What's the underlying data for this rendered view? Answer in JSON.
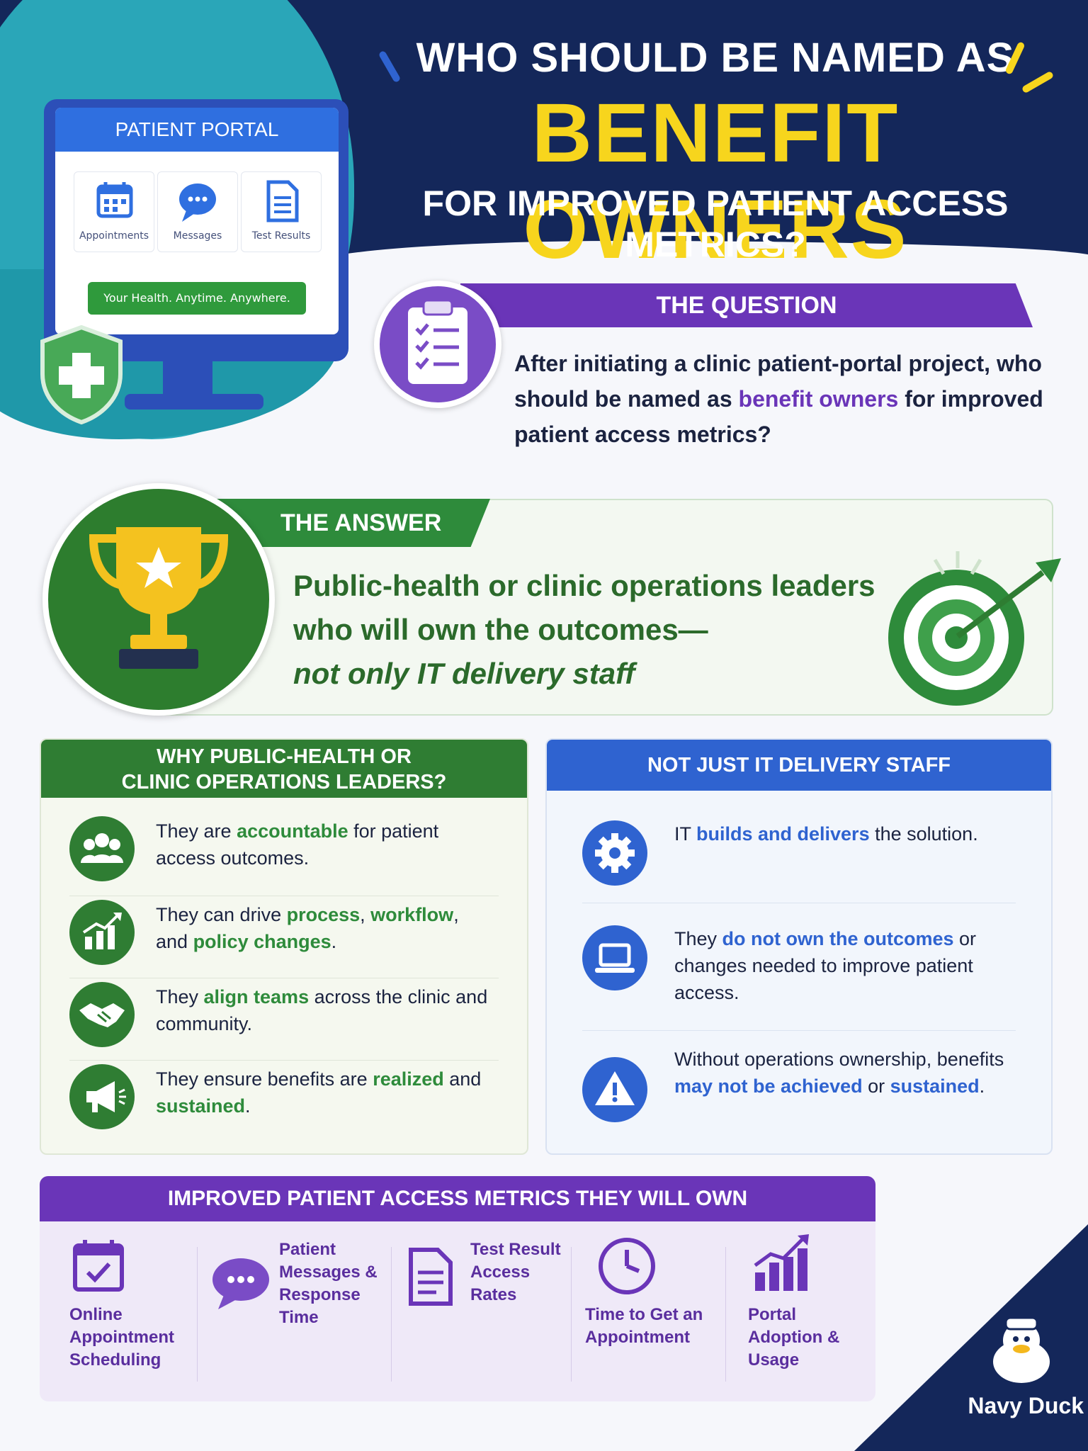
{
  "header": {
    "line1": "WHO SHOULD BE NAMED AS",
    "line2": "BENEFIT OWNERS",
    "line3": "FOR IMPROVED PATIENT ACCESS METRICS?"
  },
  "portal": {
    "title": "PATIENT PORTAL",
    "tiles": [
      {
        "label": "Appointments",
        "icon": "calendar-icon"
      },
      {
        "label": "Messages",
        "icon": "chat-bubble-icon"
      },
      {
        "label": "Test Results",
        "icon": "document-icon"
      }
    ],
    "tagline": "Your Health.  Anytime.  Anywhere.",
    "shield_icon": "medical-shield-icon"
  },
  "question": {
    "heading": "THE QUESTION",
    "text_before": "After initiating a clinic patient-portal project, who should be named as ",
    "highlight": "benefit owners",
    "text_after": " for improved patient access metrics?",
    "icon": "clipboard-checklist-icon"
  },
  "answer": {
    "heading": "THE ANSWER",
    "line1": "Public-health or clinic operations leaders",
    "line2": "who will own the outcomes—",
    "line3": "not only IT delivery staff",
    "icons": [
      "trophy-icon",
      "target-arrow-icon"
    ]
  },
  "why": {
    "heading_line1": "WHY PUBLIC-HEALTH OR",
    "heading_line2": "CLINIC OPERATIONS LEADERS?",
    "items": [
      {
        "icon": "people-icon",
        "parts": [
          [
            "They are ",
            false
          ],
          [
            "accountable",
            true
          ],
          [
            " for patient access outcomes.",
            false
          ]
        ]
      },
      {
        "icon": "growth-chart-icon",
        "parts": [
          [
            "They can drive ",
            false
          ],
          [
            "process",
            true
          ],
          [
            ", ",
            false
          ],
          [
            "workflow",
            true
          ],
          [
            ", and ",
            false
          ],
          [
            "policy changes",
            true
          ],
          [
            ".",
            false
          ]
        ]
      },
      {
        "icon": "handshake-icon",
        "parts": [
          [
            "They ",
            false
          ],
          [
            "align teams",
            true
          ],
          [
            " across the clinic and community.",
            false
          ]
        ]
      },
      {
        "icon": "megaphone-icon",
        "parts": [
          [
            "They ensure benefits are ",
            false
          ],
          [
            "realized",
            true
          ],
          [
            " and ",
            false
          ],
          [
            "sustained",
            true
          ],
          [
            ".",
            false
          ]
        ]
      }
    ]
  },
  "not_it": {
    "heading": "NOT JUST IT DELIVERY STAFF",
    "items": [
      {
        "icon": "gear-icon",
        "parts": [
          [
            "IT ",
            false
          ],
          [
            "builds and delivers",
            true
          ],
          [
            " the solution.",
            false
          ]
        ]
      },
      {
        "icon": "laptop-icon",
        "parts": [
          [
            "They ",
            false
          ],
          [
            "do not own the outcomes",
            true
          ],
          [
            " or changes needed to improve patient access.",
            false
          ]
        ]
      },
      {
        "icon": "warning-icon",
        "parts": [
          [
            "Without operations ownership, benefits ",
            false
          ],
          [
            "may not be achieved",
            true
          ],
          [
            " or ",
            false
          ],
          [
            "sustained",
            true
          ],
          [
            ".",
            false
          ]
        ]
      }
    ]
  },
  "metrics": {
    "heading": "IMPROVED PATIENT ACCESS METRICS THEY WILL OWN",
    "items": [
      {
        "icon": "calendar-check-icon",
        "label": "Online Appointment Scheduling"
      },
      {
        "icon": "chat-bubble-icon",
        "label": "Patient Messages & Response Time"
      },
      {
        "icon": "document-icon",
        "label": "Test Result Access Rates"
      },
      {
        "icon": "clock-icon",
        "label": "Time to Get an Appointment"
      },
      {
        "icon": "bar-chart-icon",
        "label": "Portal Adoption & Usage"
      }
    ]
  },
  "brand": {
    "name": "Navy Duck",
    "logo": "duck-logo-icon"
  },
  "colors": {
    "navy": "#14275a",
    "teal": "#2aa6b8",
    "yellow": "#f7d51d",
    "purple": "#6a35b8",
    "green": "#2e8b3b",
    "blue": "#2f63d0"
  }
}
